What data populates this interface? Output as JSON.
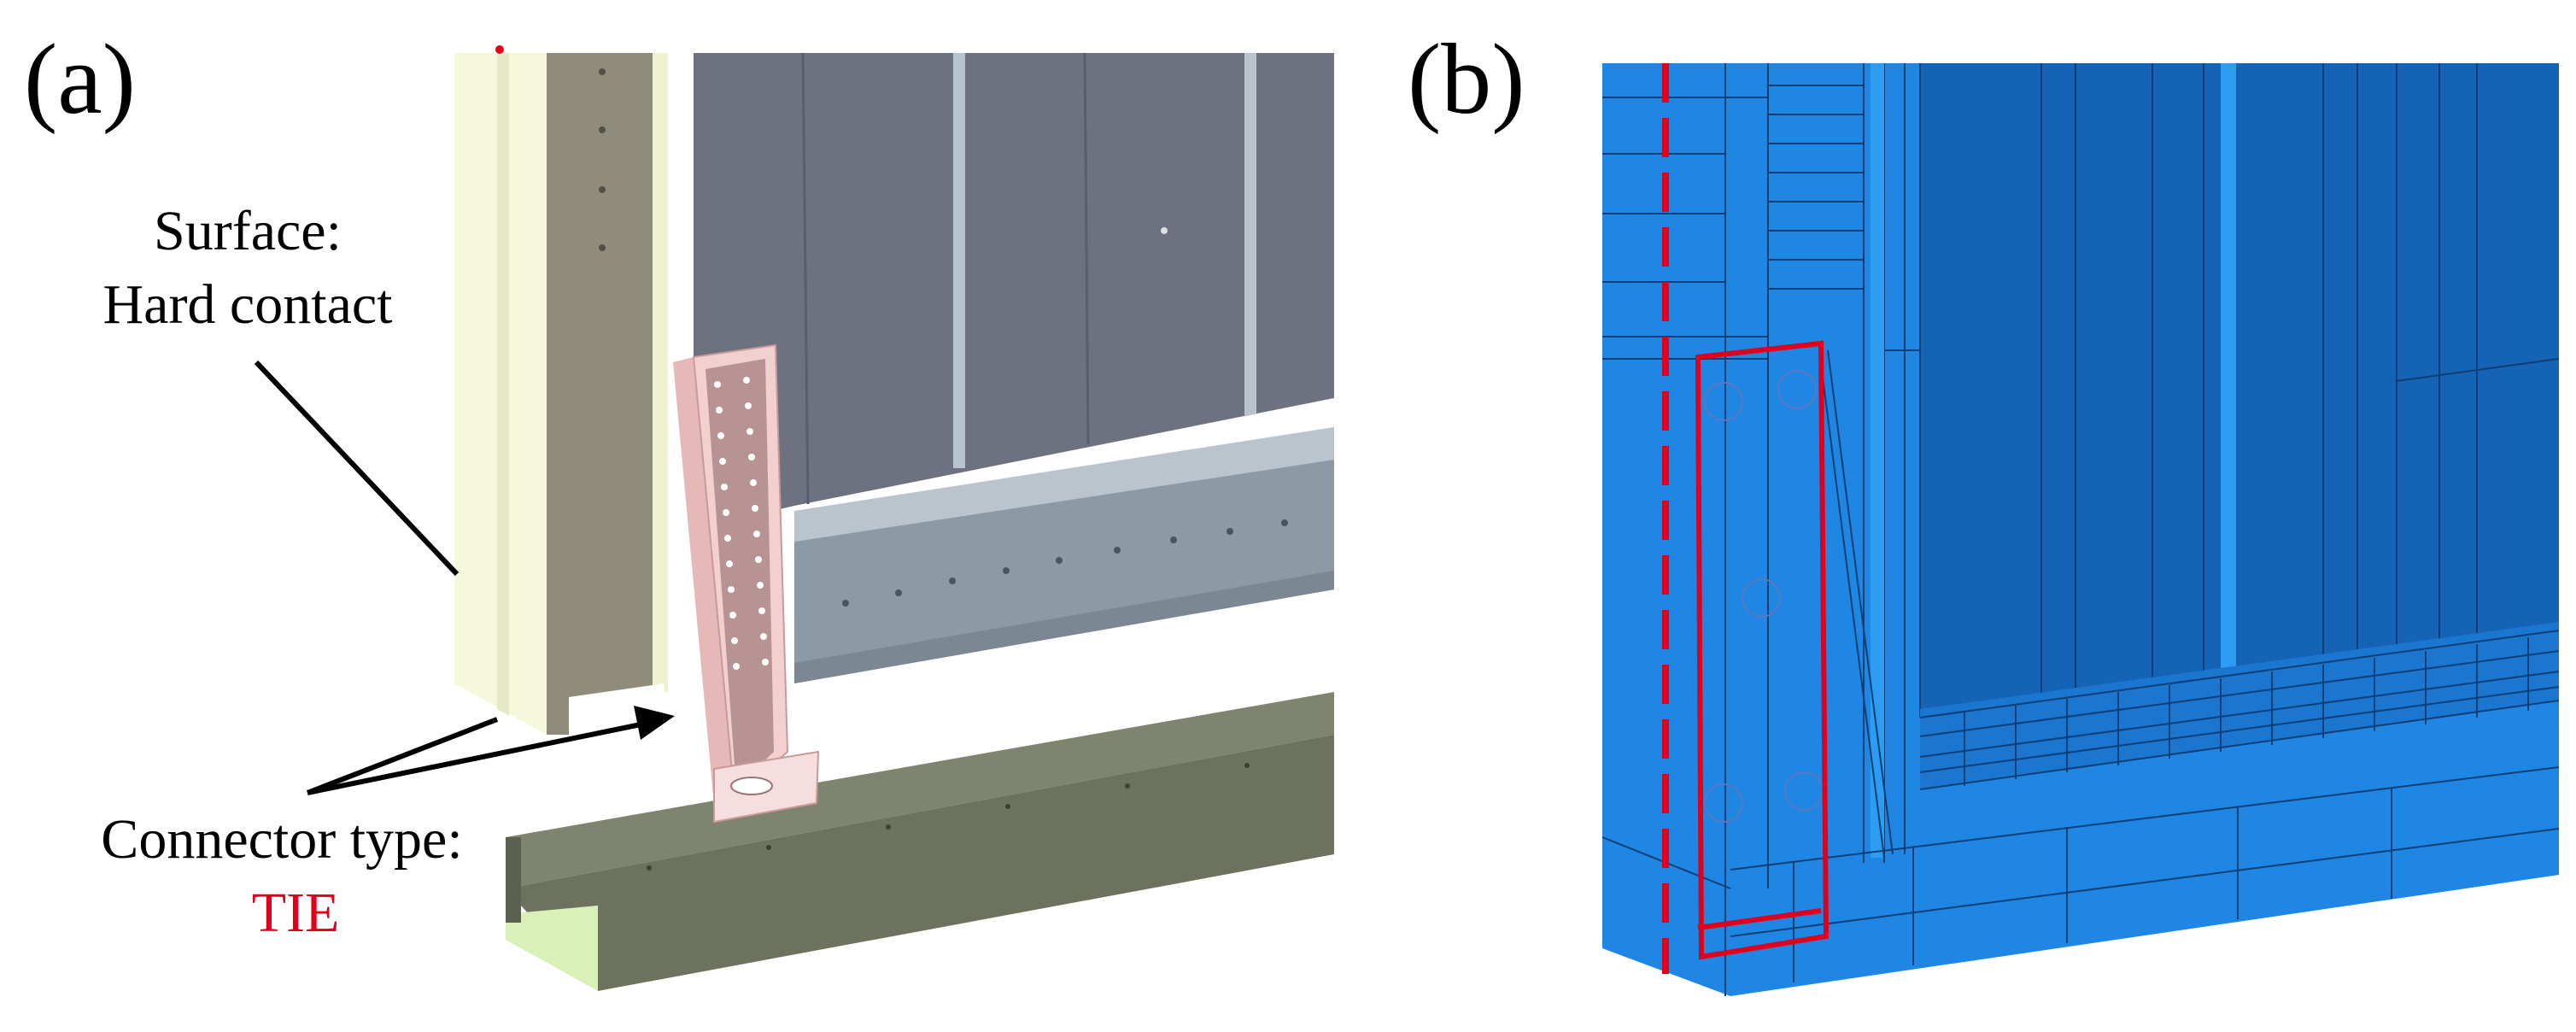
{
  "panel_a": {
    "label": "(a)",
    "surface_line1": "Surface:",
    "surface_line2": "Hard contact",
    "connector_line1": "Connector type:",
    "connector_line2": "TIE"
  },
  "panel_b": {
    "label": "(b)"
  },
  "colors": {
    "annotation_red": "#e0001b",
    "mesh_blue": "#1f86e3",
    "mesh_blue_dark": "#1463b4",
    "column_cream": "#f6f8dc",
    "column_taupe": "#8f8c7b",
    "panel_slate": "#6d7180",
    "beam_grey": "#8c9aa6",
    "bracket_pink": "#f2d0d0",
    "channel_olive": "#6d725e"
  }
}
